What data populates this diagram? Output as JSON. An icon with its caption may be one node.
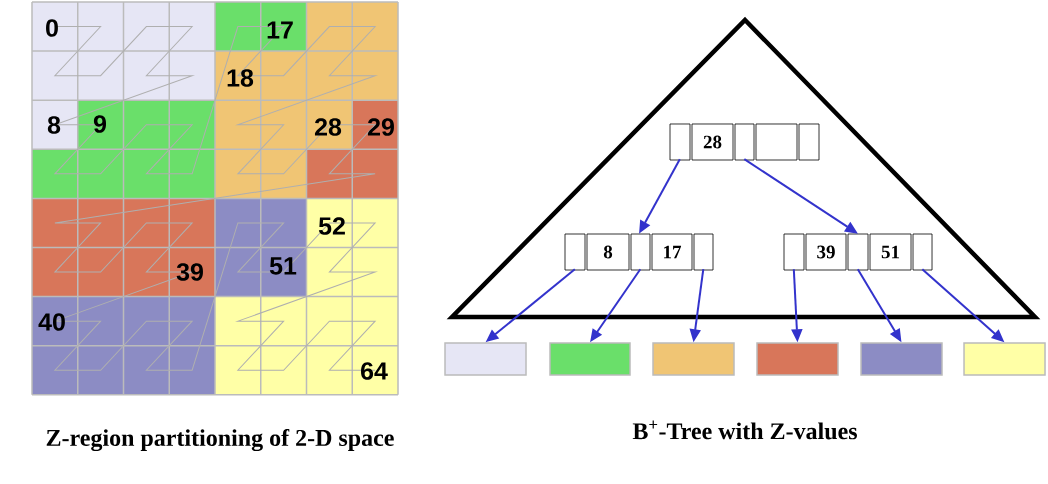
{
  "diagram": {
    "nodes": [
      {
        "text": [
          "28"
        ]
      },
      {
        "text": [
          "8",
          "17"
        ]
      },
      {
        "text": [
          "39",
          "51"
        ]
      },
      {
        "text": [],
        "shape": "box"
      },
      {
        "text": [],
        "shape": "box"
      },
      {
        "text": [],
        "shape": "box"
      },
      {
        "text": [],
        "shape": "box"
      },
      {
        "text": [],
        "shape": "box"
      },
      {
        "text": [],
        "shape": "box"
      }
    ],
    "edges": [
      {
        "from": 0,
        "to": 1,
        "arrow": "to"
      },
      {
        "from": 0,
        "to": 2,
        "arrow": "to"
      },
      {
        "from": 1,
        "to": 3,
        "arrow": "to"
      },
      {
        "from": 1,
        "to": 4,
        "arrow": "to"
      },
      {
        "from": 1,
        "to": 5,
        "arrow": "to"
      },
      {
        "from": 2,
        "to": 6,
        "arrow": "to"
      },
      {
        "from": 2,
        "to": 7,
        "arrow": "to"
      },
      {
        "from": 2,
        "to": 8,
        "arrow": "to"
      }
    ],
    "labels": [
      "0",
      "17",
      "18",
      "8",
      "9",
      "28",
      "29",
      "52",
      "39",
      "51",
      "40",
      "64",
      "Z-region partitioning of 2-D space",
      "B$^{+}$-Tree with Z-values"
    ]
  }
}
